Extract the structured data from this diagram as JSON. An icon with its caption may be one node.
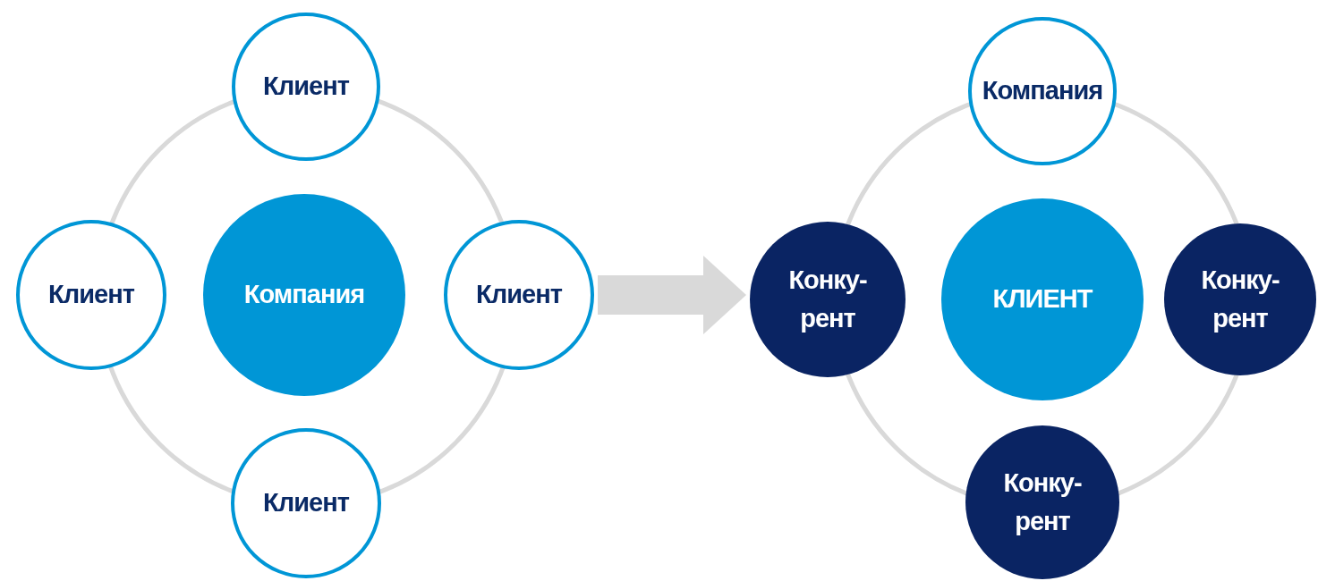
{
  "diagram": {
    "nodes": [
      {
        "text": [
          "Клиент"
        ]
      },
      {
        "text": [
          "Клиент"
        ]
      },
      {
        "text": [
          "Компания"
        ]
      },
      {
        "text": [
          "Клиент"
        ]
      },
      {
        "text": [
          "Клиент"
        ]
      },
      {
        "text": [
          "Компания"
        ]
      },
      {
        "text": [
          "Конку- рент"
        ]
      },
      {
        "text": [
          "КЛИЕНТ"
        ]
      },
      {
        "text": [
          "Конку- рент"
        ]
      },
      {
        "text": [
          "Конку- рент"
        ]
      }
    ],
    "edges": [
      {
        "from": 3,
        "to": 6,
        "arrow": "to"
      }
    ]
  }
}
